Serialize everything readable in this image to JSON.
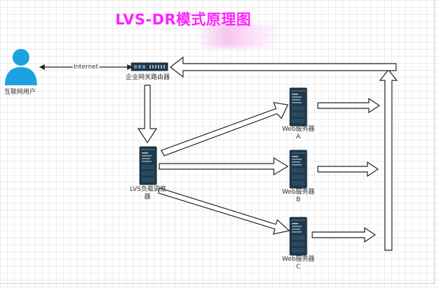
{
  "title": "LVS-DR模式原理图",
  "nodes": {
    "user": {
      "label": "互联网用户"
    },
    "link": {
      "label": "Internet"
    },
    "router": {
      "label": "企业网关路由器"
    },
    "lvs": {
      "label_line1": "LVS负载调度",
      "label_line2": "器"
    },
    "web_a": {
      "label_line1": "Web服务器",
      "label_line2": "A"
    },
    "web_b": {
      "label_line1": "Web服务器",
      "label_line2": "B"
    },
    "web_c": {
      "label_line1": "Web服务器",
      "label_line2": "C"
    }
  },
  "colors": {
    "title": "#ff22ff",
    "user_icon": "#1aa3e0",
    "server_body": "#1f3a4d",
    "arrow_stroke": "#222222"
  }
}
